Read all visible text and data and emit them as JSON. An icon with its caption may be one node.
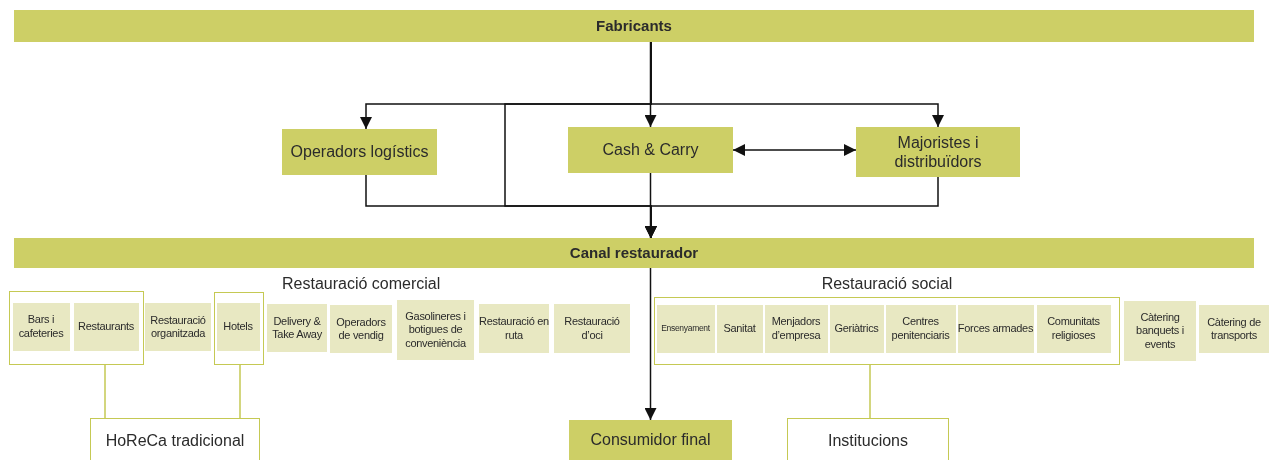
{
  "diagram": {
    "nodes": [
      {
        "text": [
          "Fabricants"
        ]
      },
      {
        "text": [
          "Operadors logístics"
        ]
      },
      {
        "text": [
          "Cash & Carry"
        ]
      },
      {
        "text": [
          "Majoristes i distribuïdors"
        ]
      },
      {
        "text": [
          "Canal restaurador"
        ]
      },
      {
        "text": [],
        "shape": "box"
      },
      {
        "text": [
          "Bars i cafeteries"
        ],
        "in": 5
      },
      {
        "text": [
          "Restaurants"
        ],
        "in": 5
      },
      {
        "text": [
          "Restauració organitzada"
        ]
      },
      {
        "text": [],
        "shape": "box"
      },
      {
        "text": [
          "Hotels"
        ],
        "in": 9
      },
      {
        "text": [
          "Delivery & Take Away"
        ]
      },
      {
        "text": [
          "Operadors de vendig"
        ]
      },
      {
        "text": [
          "Gasolineres i botigues de conveniència"
        ]
      },
      {
        "text": [
          "Restauració en ruta"
        ]
      },
      {
        "text": [
          "Restauració d’oci"
        ]
      },
      {
        "text": [
          "Restauració social"
        ]
      },
      {
        "text": [
          "Ensenyament"
        ],
        "in": 16
      },
      {
        "text": [
          "Sanitat"
        ],
        "in": 16
      },
      {
        "text": [
          "Menjadors d’empresa"
        ],
        "in": 16
      },
      {
        "text": [
          "Geriàtrics"
        ],
        "in": 16
      },
      {
        "text": [
          "Centres penitenciaris"
        ],
        "in": 16
      },
      {
        "text": [
          "Forces armades"
        ],
        "in": 16
      },
      {
        "text": [
          "Comunitats religioses"
        ],
        "in": 16
      },
      {
        "text": [
          "Càtering banquets i events"
        ]
      },
      {
        "text": [
          "Càtering de transports"
        ]
      },
      {
        "text": [
          "HoReCa tradicional"
        ]
      },
      {
        "text": [
          "Consumidor final"
        ]
      },
      {
        "text": [
          "Institucions"
        ]
      }
    ],
    "edges": [
      {
        "from": 0,
        "to": 2,
        "arrow": "to"
      },
      {
        "from": 0,
        "to": 1,
        "arrow": "to"
      },
      {
        "from": 0,
        "to": 3,
        "arrow": "to"
      },
      {
        "from": 0,
        "to": 4,
        "arrow": "to"
      },
      {
        "from": 1,
        "to": 4,
        "arrow": "to"
      },
      {
        "from": 2,
        "to": 4,
        "arrow": "to"
      },
      {
        "from": 3,
        "to": 4,
        "arrow": "to"
      },
      {
        "from": 2,
        "to": 3,
        "arrow": "both"
      },
      {
        "from": 4,
        "to": 27,
        "arrow": "to"
      },
      {
        "from": 5,
        "to": 26,
        "arrow": "none",
        "color": "#c5c953"
      },
      {
        "from": 9,
        "to": 26,
        "arrow": "none",
        "color": "#c5c953"
      },
      {
        "from": 16,
        "to": 28,
        "arrow": "none",
        "color": "#c5c953"
      }
    ],
    "labels": [
      "Restauració comercial"
    ]
  }
}
